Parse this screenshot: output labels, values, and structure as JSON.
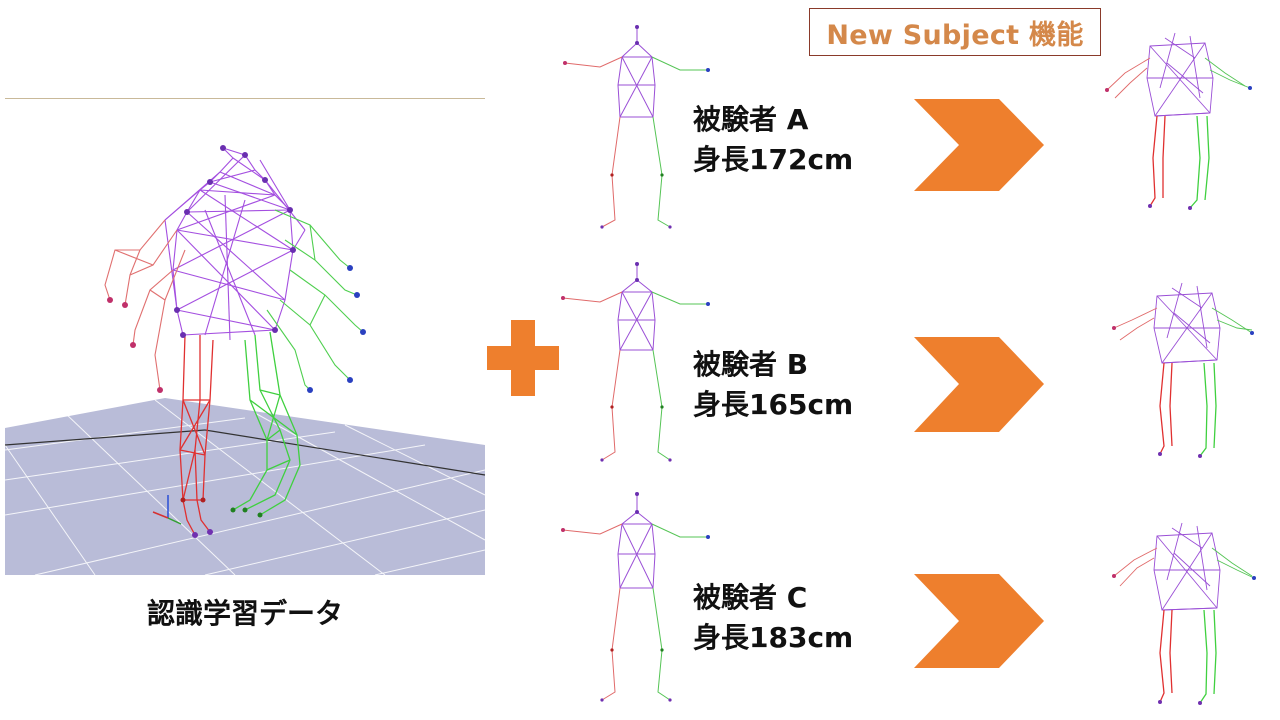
{
  "header": {
    "title": "New Subject 機能"
  },
  "training": {
    "caption": "認識学習データ"
  },
  "subjects": [
    {
      "name": "被験者 A",
      "height": "身長172cm"
    },
    {
      "name": "被験者 B",
      "height": "身長165cm"
    },
    {
      "name": "被験者 C",
      "height": "身長183cm"
    }
  ],
  "colors": {
    "accent_orange": "#ee7f2d",
    "title_text": "#d4884a",
    "title_border": "#8a3a2a",
    "floor": "#b9bcd8",
    "skeleton_center": "#9a4fd6",
    "skeleton_left": "#e06a6a",
    "skeleton_right": "#55c455"
  },
  "icons": [
    "plus-icon",
    "chevron-arrow-icon"
  ]
}
